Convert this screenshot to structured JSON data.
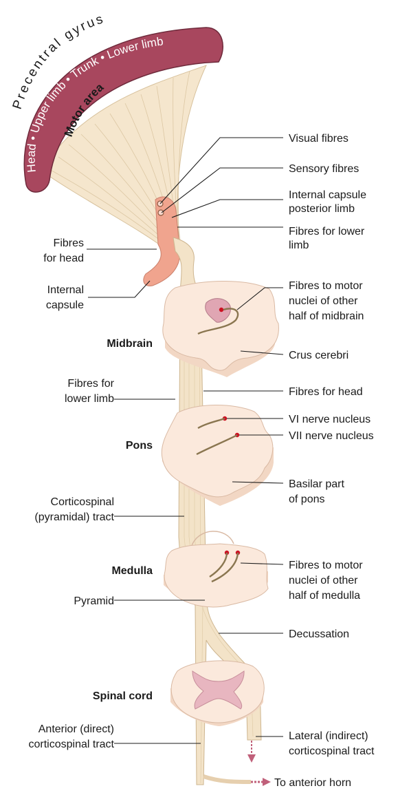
{
  "gyrus": {
    "name": "Precentral gyrus",
    "regions": "Head • Upper limb • Trunk • Lower limb",
    "area": "Motor area"
  },
  "labels_right": {
    "visual_fibres": "Visual fibres",
    "sensory_fibres": "Sensory fibres",
    "ic_posterior_1": "Internal capsule",
    "ic_posterior_2": "posterior limb",
    "fibres_lower_limb_1": "Fibres for lower",
    "fibres_lower_limb_2": "limb",
    "fibres_motor_mid_1": "Fibres to motor",
    "fibres_motor_mid_2": "nuclei of other",
    "fibres_motor_mid_3": "half of midbrain",
    "crus_cerebri": "Crus cerebri",
    "fibres_for_head": "Fibres for head",
    "vi_nucleus": "VI nerve nucleus",
    "vii_nucleus": "VII nerve nucleus",
    "basilar_1": "Basilar part",
    "basilar_2": "of pons",
    "fibres_motor_med_1": "Fibres to motor",
    "fibres_motor_med_2": "nuclei of other",
    "fibres_motor_med_3": "half of medulla",
    "decussation": "Decussation",
    "lateral_1": "Lateral (indirect)",
    "lateral_2": "corticospinal tract",
    "anterior_horn": "To anterior horn"
  },
  "labels_left": {
    "fibres_head_1": "Fibres",
    "fibres_head_2": "for head",
    "internal_capsule_1": "Internal",
    "internal_capsule_2": "capsule",
    "midbrain": "Midbrain",
    "fibres_lower_1": "Fibres for",
    "fibres_lower_2": "lower limb",
    "pons": "Pons",
    "corticospinal_1": "Corticospinal",
    "corticospinal_2": "(pyramidal) tract",
    "medulla": "Medulla",
    "pyramid": "Pyramid",
    "spinal_cord": "Spinal cord",
    "anterior_1": "Anterior (direct)",
    "anterior_2": "corticospinal tract"
  },
  "colors": {
    "gyrus": "#a8475e",
    "capsule": "#f0a48e",
    "section": "#fbe9dc",
    "tract": "#f3e3c8",
    "nucleus": "#cc1122",
    "arrow": "#c0607a"
  }
}
